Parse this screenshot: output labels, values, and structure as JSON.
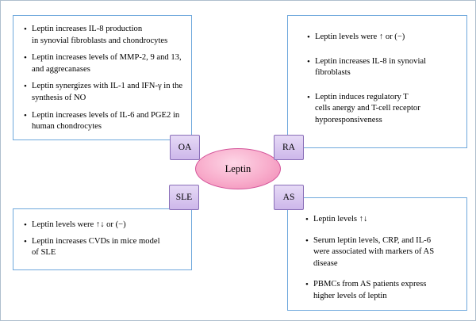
{
  "diagram": {
    "center_label": "Leptin",
    "nodes": {
      "oa": "OA",
      "ra": "RA",
      "sle": "SLE",
      "as": "AS"
    },
    "details": {
      "oa": [
        "Leptin increases IL-8 production\nin synovial fibroblasts and chondrocytes",
        "Leptin increases levels of MMP-2, 9 and 13,\nand aggrecanases",
        "Leptin synergizes with IL-1 and IFN-γ in the\nsynthesis of NO",
        "Leptin increases levels of IL-6 and PGE2 in\nhuman chondrocytes"
      ],
      "ra": [
        "Leptin levels were ↑ or (−)",
        "Leptin increases IL-8 in synovial\nfibroblasts",
        "Leptin induces regulatory T\ncells anergy and T-cell receptor\nhyporesponsiveness"
      ],
      "sle": [
        "Leptin levels were ↑↓ or (−)",
        "Leptin increases CVDs in mice model\nof SLE"
      ],
      "as": [
        "Leptin levels ↑↓",
        "Serum leptin levels, CRP, and IL-6\nwere associated with markers of AS\ndisease",
        "PBMCs from AS patients express\nhigher levels of leptin"
      ]
    },
    "colors": {
      "detail_box_border": "#6fa8dc",
      "node_fill": "#cdb7ea",
      "node_border": "#8a6fb8",
      "ellipse_fill": "#f8accb",
      "ellipse_border": "#d4549a"
    }
  }
}
